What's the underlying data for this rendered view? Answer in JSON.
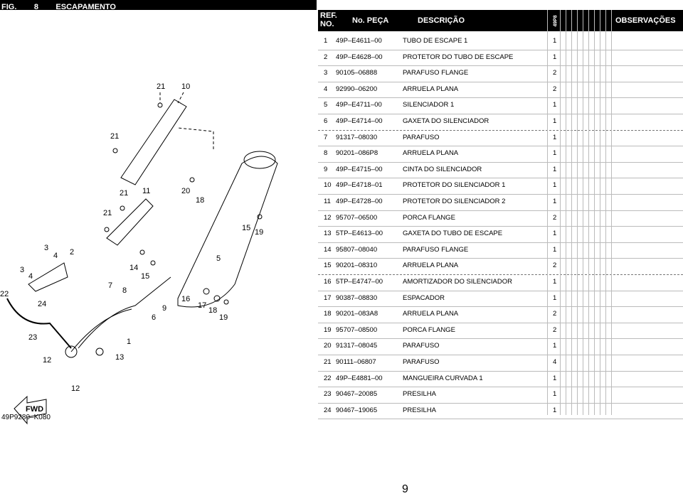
{
  "header": {
    "fig_label": "FIG.",
    "fig_number": "8",
    "title": "ESCAPAMENTO"
  },
  "table": {
    "columns": {
      "ref": "REF. NO.",
      "part": "No. PEÇA",
      "desc": "DESCRIÇÃO",
      "model": "49P8",
      "obs": "OBSERVAÇÕES"
    },
    "rows": [
      {
        "ref": "1",
        "part": "49P–E4611–00",
        "desc": "TUBO DE ESCAPE 1",
        "qty": "1"
      },
      {
        "ref": "2",
        "part": "49P–E4628–00",
        "desc": "PROTETOR DO TUBO DE ESCAPE",
        "qty": "1"
      },
      {
        "ref": "3",
        "part": "90105–06888",
        "desc": "PARAFUSO FLANGE",
        "qty": "2"
      },
      {
        "ref": "4",
        "part": "92990–06200",
        "desc": "ARRUELA PLANA",
        "qty": "2"
      },
      {
        "ref": "5",
        "part": "49P–E4711–00",
        "desc": "SILENCIADOR 1",
        "qty": "1"
      },
      {
        "ref": "6",
        "part": "49P–E4714–00",
        "desc": "GAXETA DO SILENCIADOR",
        "qty": "1"
      },
      {
        "ref": "7",
        "part": "91317–08030",
        "desc": "PARAFUSO",
        "qty": "1"
      },
      {
        "ref": "8",
        "part": "90201–086P8",
        "desc": "ARRUELA PLANA",
        "qty": "1"
      },
      {
        "ref": "9",
        "part": "49P–E4715–00",
        "desc": "CINTA DO SILENCIADOR",
        "qty": "1"
      },
      {
        "ref": "10",
        "part": "49P–E4718–01",
        "desc": "PROTETOR DO SILENCIADOR 1",
        "qty": "1"
      },
      {
        "ref": "11",
        "part": "49P–E4728–00",
        "desc": "PROTETOR DO SILENCIADOR 2",
        "qty": "1"
      },
      {
        "ref": "12",
        "part": "95707–06500",
        "desc": "PORCA FLANGE",
        "qty": "2"
      },
      {
        "ref": "13",
        "part": "5TP–E4613–00",
        "desc": "GAXETA DO TUBO DE ESCAPE",
        "qty": "1"
      },
      {
        "ref": "14",
        "part": "95807–08040",
        "desc": "PARAFUSO FLANGE",
        "qty": "1"
      },
      {
        "ref": "15",
        "part": "90201–08310",
        "desc": "ARRUELA PLANA",
        "qty": "2"
      },
      {
        "ref": "16",
        "part": "5TP–E4747–00",
        "desc": "AMORTIZADOR DO SILENCIADOR",
        "qty": "1"
      },
      {
        "ref": "17",
        "part": "90387–08830",
        "desc": "ESPACADOR",
        "qty": "1"
      },
      {
        "ref": "18",
        "part": "90201–083A8",
        "desc": "ARRUELA PLANA",
        "qty": "2"
      },
      {
        "ref": "19",
        "part": "95707–08500",
        "desc": "PORCA FLANGE",
        "qty": "2"
      },
      {
        "ref": "20",
        "part": "91317–08045",
        "desc": "PARAFUSO",
        "qty": "1"
      },
      {
        "ref": "21",
        "part": "90111–06807",
        "desc": "PARAFUSO",
        "qty": "4"
      },
      {
        "ref": "22",
        "part": "49P–E4881–00",
        "desc": "MANGUEIRA CURVADA 1",
        "qty": "1"
      },
      {
        "ref": "23",
        "part": "90467–20085",
        "desc": "PRESILHA",
        "qty": "1"
      },
      {
        "ref": "24",
        "part": "90467–19065",
        "desc": "PRESILHA",
        "qty": "1"
      }
    ]
  },
  "diagram": {
    "code": "49P9280–K080",
    "fwd_label": "FWD",
    "callouts": [
      "21",
      "10",
      "21",
      "21",
      "11",
      "20",
      "18",
      "21",
      "15",
      "19",
      "3",
      "4",
      "2",
      "3",
      "4",
      "14",
      "15",
      "5",
      "7",
      "8",
      "22",
      "16",
      "17",
      "18",
      "19",
      "9",
      "6",
      "24",
      "23",
      "1",
      "12",
      "13",
      "12"
    ]
  },
  "page_number": "9"
}
